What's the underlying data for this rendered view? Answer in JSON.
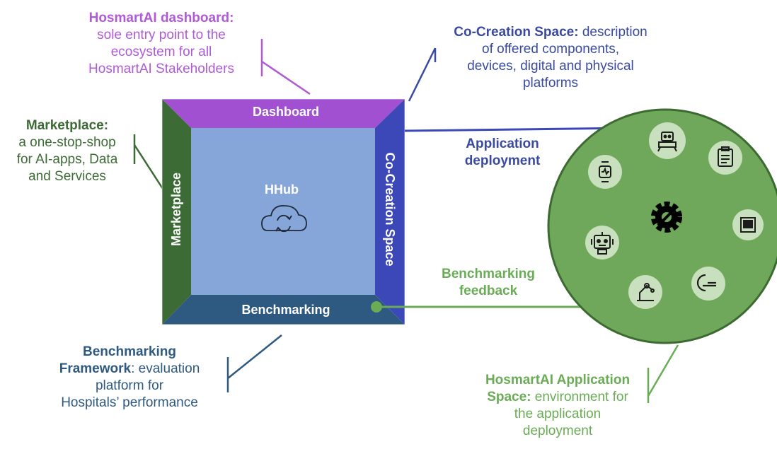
{
  "annotations": {
    "dashboard": {
      "title": "HosmartAI dashboard:",
      "lines": [
        "sole entry point to the",
        "ecosystem for all",
        "HosmartAI Stakeholders"
      ]
    },
    "cocreation": {
      "title": "Co-Creation Space:",
      "title_suffix": " description",
      "lines": [
        "of offered components,",
        "devices, digital and physical",
        "platforms"
      ]
    },
    "marketplace": {
      "title": "Marketplace:",
      "lines": [
        "a one-stop-shop",
        "for AI-apps, Data",
        "and Services"
      ]
    },
    "benchmarking": {
      "title_line1": "Benchmarking",
      "title_line2": "Framework",
      "suffix": ": evaluation",
      "lines": [
        "platform for",
        "Hospitals’ performance"
      ]
    },
    "appspace": {
      "title_line1": "HosmartAI Application",
      "title_line2": "Space:",
      "suffix": " environment for",
      "lines": [
        "the application",
        "deployment"
      ]
    }
  },
  "hub": {
    "title": "HHub",
    "top_label": "Dashboard",
    "left_label": "Marketplace",
    "right_label": "Co-Creation Space",
    "bottom_label": "Benchmarking"
  },
  "flows": {
    "deployment": [
      "Application",
      "deployment"
    ],
    "feedback": [
      "Benchmarking",
      "feedback"
    ]
  },
  "colors": {
    "dashboard": "#a050d0",
    "marketplace": "#3d6b35",
    "cocreation": "#3c48b8",
    "benchmarking": "#2e5a82",
    "center": "#86a6da",
    "app_circle": "#6fa85a",
    "app_flow": "#6aac56"
  },
  "icons": [
    "robot-arm-icon",
    "clipboard-icon",
    "smartwatch-icon",
    "gear-wrench-icon",
    "xray-monitor-icon",
    "robot-head-icon",
    "scanner-bed-icon",
    "microscope-arm-icon",
    "cloud-sync-icon"
  ]
}
